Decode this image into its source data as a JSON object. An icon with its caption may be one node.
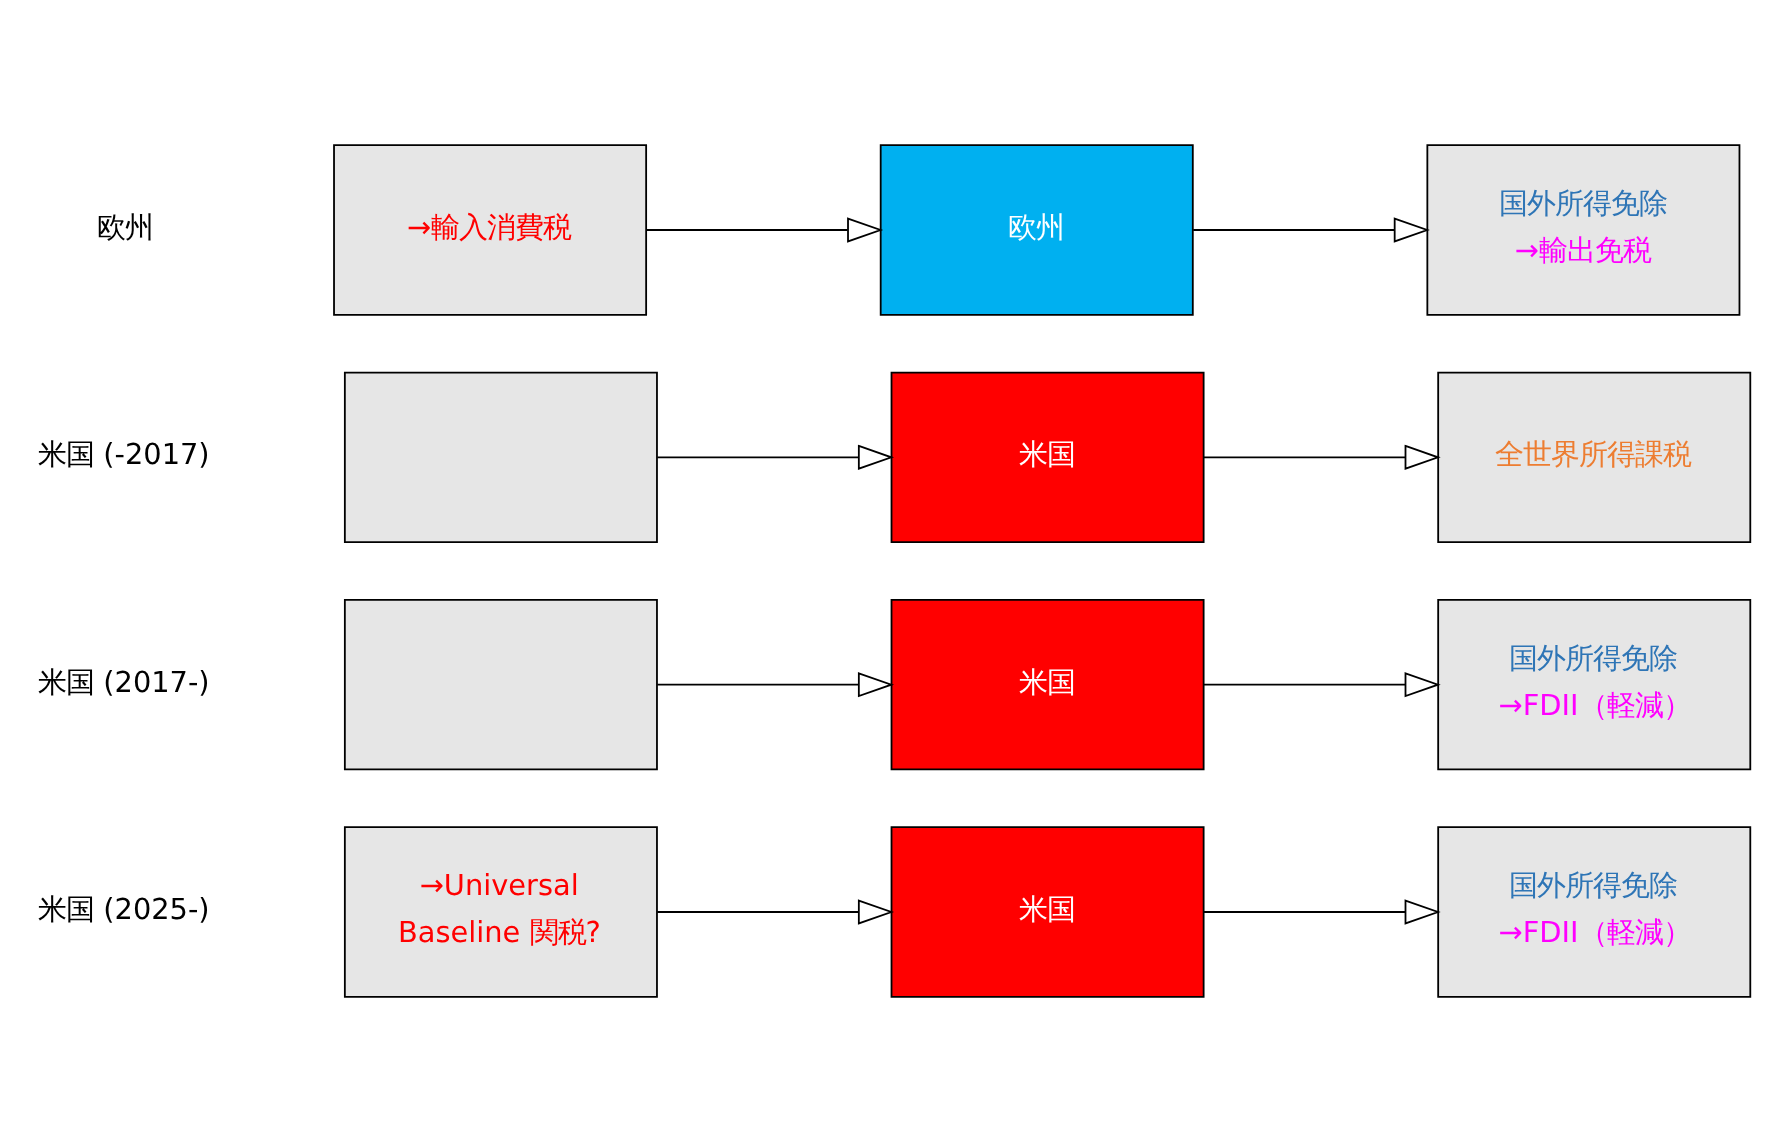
{
  "diagram": {
    "nodes": [
      {
        "text": [
          "→輸入消費税"
        ]
      },
      {
        "text": [
          "欧州"
        ]
      },
      {
        "text": [
          "国外所得免除",
          "→輸出免税"
        ]
      },
      {
        "text": [],
        "shape": "box"
      },
      {
        "text": [
          "米国"
        ]
      },
      {
        "text": [
          "全世界所得課税"
        ]
      },
      {
        "text": [],
        "shape": "box"
      },
      {
        "text": [
          "米国"
        ]
      },
      {
        "text": [
          "国外所得免除",
          "→FDII（軽減）"
        ]
      },
      {
        "text": [
          "→Universal Baseline 関税?"
        ]
      },
      {
        "text": [
          "米国"
        ]
      },
      {
        "text": [
          "国外所得免除",
          "→FDII（軽減）"
        ]
      }
    ],
    "edges": [
      {
        "from": 0,
        "to": 1,
        "arrow": "to"
      },
      {
        "from": 1,
        "to": 2,
        "arrow": "to"
      },
      {
        "from": 3,
        "to": 4,
        "arrow": "to"
      },
      {
        "from": 4,
        "to": 5,
        "arrow": "to"
      },
      {
        "from": 6,
        "to": 7,
        "arrow": "to"
      },
      {
        "from": 7,
        "to": 8,
        "arrow": "to"
      },
      {
        "from": 9,
        "to": 10,
        "arrow": "to"
      },
      {
        "from": 10,
        "to": 11,
        "arrow": "to"
      }
    ],
    "labels": [
      "欧州",
      "米国 (-2017)",
      "米国 (2017-)",
      "米国 (2025-)"
    ]
  }
}
